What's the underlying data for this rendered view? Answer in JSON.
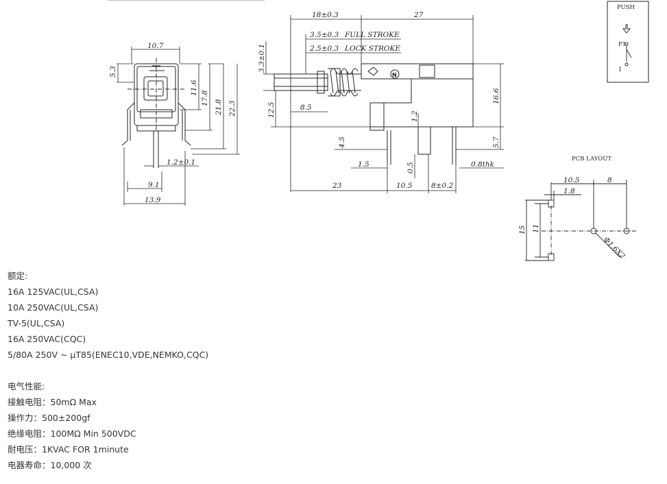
{
  "drawing": {
    "front_view": {
      "dims": [
        "10.7",
        "5.3",
        "11.6",
        "17.8",
        "21.8",
        "22.3",
        "1.2±0.1",
        "9.1",
        "13.9"
      ]
    },
    "side_view": {
      "dims": [
        "18±0.3",
        "27",
        "3.5±0.3",
        "FULL STROKE",
        "2.5±0.3",
        "LOCK STROKE",
        "3.3±0.1",
        "12.5",
        "8.5",
        "16.6",
        "1.2",
        "4.5",
        "5.7",
        "1.5",
        "0.5",
        "0.8thk",
        "23",
        "10.5",
        "8±0.2"
      ]
    },
    "schematic": {
      "title": "PUSH",
      "pin_top": "P1",
      "pin_bottom": "1"
    },
    "pcb_layout": {
      "title": "PCB LAYOUT",
      "dims": [
        "10.5",
        "8",
        "1.8",
        "15",
        "11",
        "Φ1.6X2"
      ]
    }
  },
  "specs": {
    "rating_title": "额定:",
    "ratings": [
      "16A 125VAC(UL,CSA)",
      "10A 250VAC(UL,CSA)",
      "TV-5(UL,CSA)",
      "16A 250VAC(CQC)",
      "5/80A 250V ~ μT85(ENEC10,VDE,NEMKO,CQC)"
    ],
    "electrical_title": "电气性能:",
    "electrical": [
      "接触电阻：50mΩ Max",
      "操作力：500±200gf",
      "绝缘电阻：100MΩ Min 500VDC",
      "耐电压：1KVAC FOR 1minute",
      "电器寿命：10,000 次"
    ]
  }
}
